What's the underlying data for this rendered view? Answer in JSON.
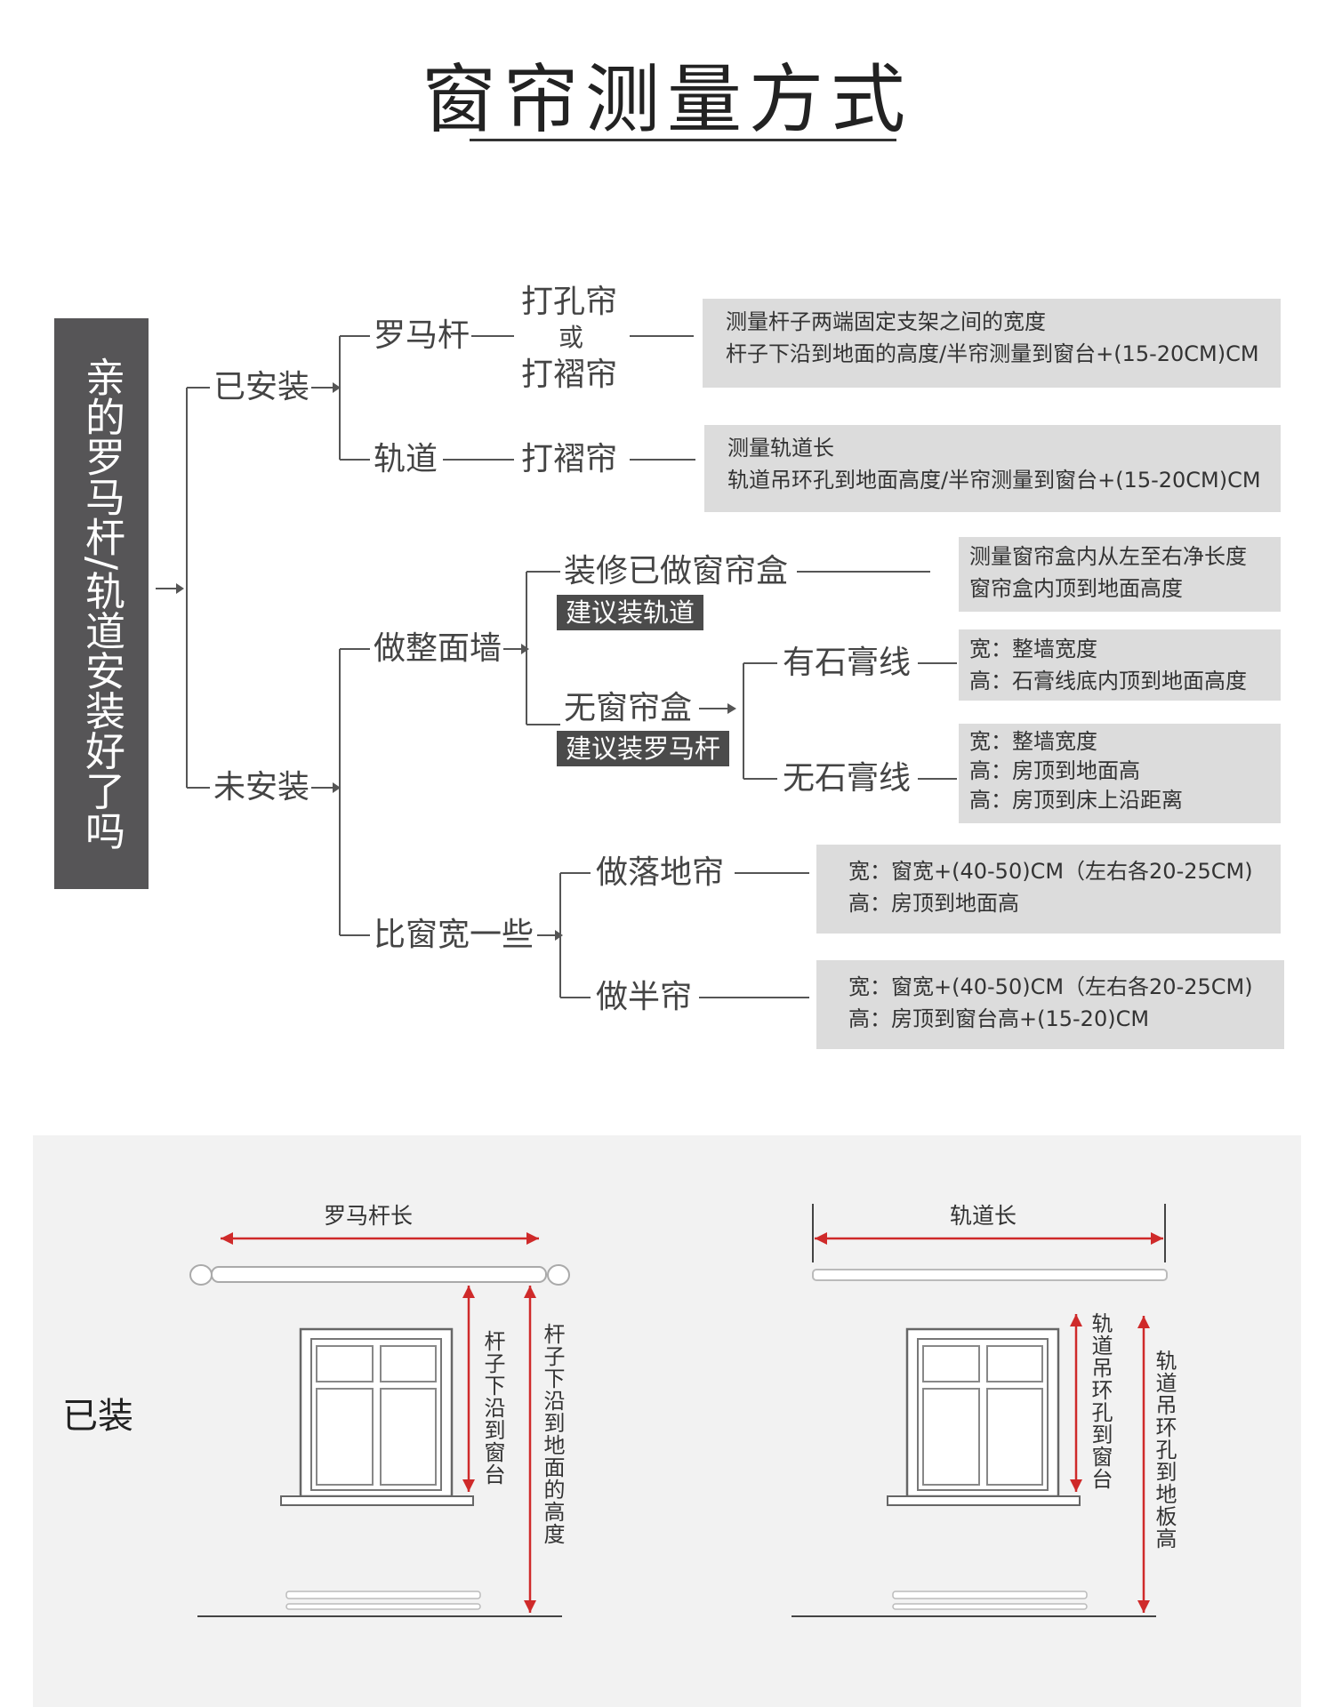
{
  "title": "窗帘测量方式",
  "question": "亲的罗马杆/轨道安装好了吗",
  "tree": {
    "installed": "已安装",
    "not_installed": "未安装",
    "roman_rod": "罗马杆",
    "track": "轨道",
    "grommet": "打孔帘",
    "or": "或",
    "pleated_1": "打褶帘",
    "pleated_2": "打褶帘",
    "whole_wall": "做整面墙",
    "wider_than_window": "比窗宽一些",
    "renovated_box": "装修已做窗帘盒",
    "suggest_track": "建议装轨道",
    "no_box": "无窗帘盒",
    "suggest_roman": "建议装罗马杆",
    "has_molding": "有石膏线",
    "no_molding": "无石膏线",
    "floor_length": "做落地帘",
    "half_length": "做半帘"
  },
  "boxes": {
    "roman": [
      "测量杆子两端固定支架之间的宽度",
      "杆子下沿到地面的高度/半帘测量到窗台+(15-20CM)CM"
    ],
    "track": [
      "测量轨道长",
      "轨道吊环孔到地面高度/半帘测量到窗台+(15-20CM)CM"
    ],
    "box": [
      "测量窗帘盒内从左至右净长度",
      "窗帘盒内顶到地面高度"
    ],
    "molding": [
      "宽：整墙宽度",
      "高：石膏线底内顶到地面高度"
    ],
    "no_molding": [
      "宽：整墙宽度",
      "高：房顶到地面高",
      "高：房顶到床上沿距离"
    ],
    "floor": [
      "宽：窗宽+(40-50)CM（左右各20-25CM)",
      "高：房顶到地面高"
    ],
    "half": [
      "宽：窗宽+(40-50)CM（左右各20-25CM)",
      "高：房顶到窗台高+(15-20)CM"
    ]
  },
  "illustration": {
    "installed_label": "已装",
    "rod_length": "罗马杆长",
    "rod_to_sill": "杆子下沿到窗台",
    "rod_to_floor": "杆子下沿到地面的高度",
    "track_length": "轨道长",
    "track_to_sill": "轨道吊环孔到窗台",
    "track_to_floor": "轨道吊环孔到地板高"
  },
  "colors": {
    "arrow_red": "#cf2a2a",
    "box_grey": "#dcdcdc",
    "tag_dark": "#4b4b4b",
    "question_bg": "#565557"
  }
}
